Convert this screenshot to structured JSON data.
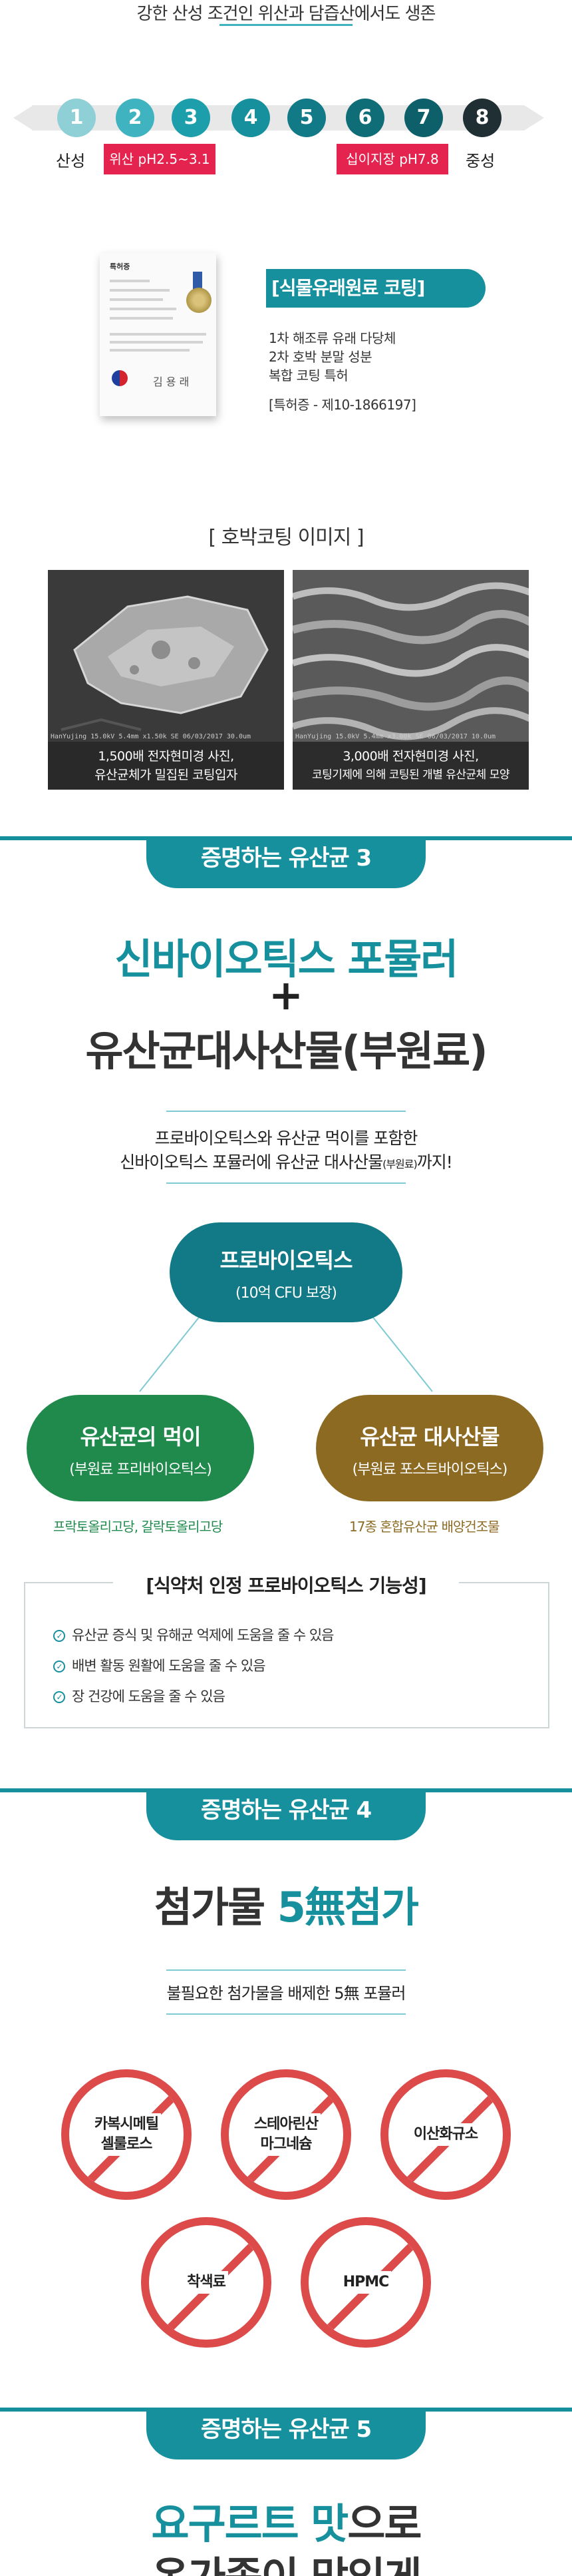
{
  "intro": {
    "caption": "강한 산성 조건인 위산과 담즙산에서도 생존"
  },
  "ph_scale": {
    "numbers": [
      "1",
      "2",
      "3",
      "4",
      "5",
      "6",
      "7",
      "8"
    ],
    "colors": [
      "#8fd0d6",
      "#3fb3c0",
      "#1c9eab",
      "#17909e",
      "#117a86",
      "#0f6d78",
      "#0d5f69",
      "#1f2f33"
    ],
    "label_acidic": "산성",
    "label_neutral": "중성",
    "band_stomach": "위산 pH2.5~3.1",
    "band_duodenum": "십이지장 pH7.8",
    "band_color": "#e5234f"
  },
  "certificate": {
    "title": "특허증",
    "signature": "김 용 래",
    "seal_icon": "gold-seal-icon",
    "emblem_icon": "korea-emblem-icon"
  },
  "coating": {
    "badge": "[식물유래원료 코팅]",
    "lines": [
      "1차 해조류 유래 다당체",
      "2차 호박 분말 성분",
      "복합 코팅 특허"
    ],
    "patent": "[특허증 - 제10-1866197]"
  },
  "coating_images": {
    "title": "[ 호박코팅 이미지 ]",
    "items": [
      {
        "meta": "HanYujing 15.0kV 5.4mm x1.50k SE 06/03/2017   30.0um",
        "caption_1": "1,500배 전자현미경 사진,",
        "caption_2": "유산균체가 밀집된 코팅입자"
      },
      {
        "meta": "HanYujing 15.0kV 5.4mm x3.00k SE 06/03/2017   10.0um",
        "caption_1": "3,000배 전자현미경 사진,",
        "caption_2": "코팅기제에 의해 코팅된 개별 유산균체 모양"
      }
    ]
  },
  "section3": {
    "tab": "증명하는 유산균 3",
    "title_line1": "신바이오틱스 포뮬러",
    "plus": "+",
    "title_line2": "유산균대사산물(부원료)",
    "desc_line1": "프로바이오틱스와 유산균 먹이를 포함한",
    "desc_line2_main": "신바이오틱스 포뮬러에 유산균 대사산물",
    "desc_line2_small": "(부원료)",
    "desc_line2_end": "까지!",
    "probiotics": {
      "title": "프로바이오틱스",
      "sub": "(10억 CFU 보장)",
      "color": "#127a86"
    },
    "prebiotics": {
      "title": "유산균의 먹이",
      "sub": "(부원료 프리바이오틱스)",
      "note": "프락토올리고당, 갈락토올리고당",
      "color": "#1f8a4c"
    },
    "postbiotics": {
      "title": "유산균 대사산물",
      "sub": "(부원료 포스트바이오틱스)",
      "note": "17종 혼합유산균 배양건조물",
      "color": "#8c6a22"
    },
    "functions_title": "[식약처 인정 프로바이오틱스 기능성]",
    "functions": [
      "유산균 증식 및 유해균 억제에 도움을 줄 수 있음",
      "배변 활동 원활에 도움을 줄 수 있음",
      "장 건강에 도움을 줄 수 있음"
    ]
  },
  "section4": {
    "tab": "증명하는 유산균 4",
    "title_main": "첨가물 ",
    "title_highlight": "5無첨가",
    "desc": "불필요한 첨가물을 배제한 5無 포뮬러",
    "items": [
      "카복시메틸\n셀룰로스",
      "스테아린산\n마그네슘",
      "이산화규소",
      "착색료",
      "HPMC"
    ]
  },
  "section5": {
    "tab": "증명하는 유산균 5",
    "title_highlight": "요구르트 맛",
    "title_rest": "으로",
    "title_line2": "온가족이 맛있게"
  }
}
